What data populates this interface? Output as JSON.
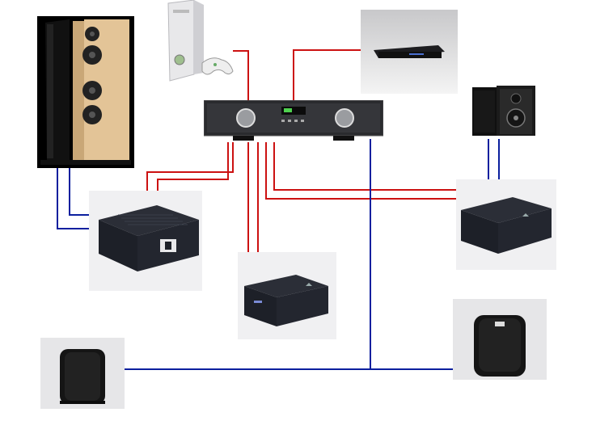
{
  "diagram": {
    "colors": {
      "background": "#ffffff",
      "signal_cable": "#cc1111",
      "speaker_cable": "#0b1f9e",
      "device_black": "#1d2028",
      "cabinet_wood": "#e3c497",
      "amp_panel_bg": "#f0f0f2"
    },
    "nodes": [
      {
        "id": "floor-speakers",
        "icon": "tower-speakers-icon"
      },
      {
        "id": "game-console",
        "icon": "game-console-icon"
      },
      {
        "id": "dvd-player",
        "icon": "dvd-player-icon"
      },
      {
        "id": "preamp",
        "icon": "preamplifier-icon"
      },
      {
        "id": "bookshelf-speakers",
        "icon": "bookshelf-speakers-icon"
      },
      {
        "id": "amp-left",
        "icon": "power-amplifier-icon"
      },
      {
        "id": "amp-center",
        "icon": "power-amplifier-icon"
      },
      {
        "id": "amp-right",
        "icon": "power-amplifier-icon"
      },
      {
        "id": "subwoofer-left",
        "icon": "subwoofer-icon"
      },
      {
        "id": "subwoofer-right",
        "icon": "subwoofer-icon"
      }
    ],
    "connections": [
      {
        "from": "game-console",
        "to": "preamp",
        "type": "signal"
      },
      {
        "from": "dvd-player",
        "to": "preamp",
        "type": "signal"
      },
      {
        "from": "preamp",
        "to": "amp-left",
        "type": "signal"
      },
      {
        "from": "preamp",
        "to": "amp-left",
        "type": "signal"
      },
      {
        "from": "preamp",
        "to": "amp-center",
        "type": "signal"
      },
      {
        "from": "preamp",
        "to": "amp-center",
        "type": "signal"
      },
      {
        "from": "preamp",
        "to": "amp-right",
        "type": "signal"
      },
      {
        "from": "preamp",
        "to": "amp-right",
        "type": "signal"
      },
      {
        "from": "amp-left",
        "to": "floor-speakers",
        "type": "speaker"
      },
      {
        "from": "amp-left",
        "to": "floor-speakers",
        "type": "speaker"
      },
      {
        "from": "amp-right",
        "to": "bookshelf-speakers",
        "type": "speaker"
      },
      {
        "from": "amp-right",
        "to": "bookshelf-speakers",
        "type": "speaker"
      },
      {
        "from": "preamp",
        "to": "subwoofer-left",
        "type": "speaker"
      },
      {
        "from": "preamp",
        "to": "subwoofer-right",
        "type": "speaker"
      }
    ]
  }
}
